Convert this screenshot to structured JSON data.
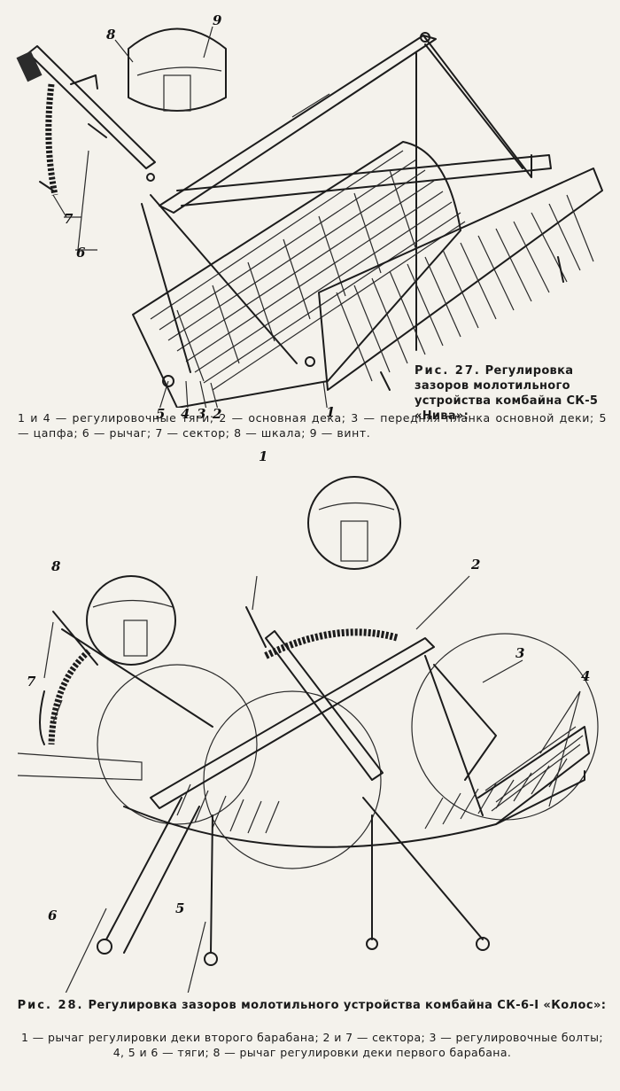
{
  "figure27": {
    "labels": {
      "l1": "1",
      "l2": "2",
      "l3": "3",
      "l4": "4",
      "l5": "5",
      "l6": "6",
      "l7": "7",
      "l8": "8",
      "l9": "9"
    },
    "caption_prefix": "Рис. 27.",
    "caption_text": "Регулировка зазоров молотильного устройства комбайна СК-5 «Нива»:",
    "legend": "1 и 4 — регулировочные тяги; 2 — основная дека; 3 — передняя планка основной деки; 5 — цапфа; 6 — рычаг; 7 — сектор; 8 — шкала; 9 — винт."
  },
  "figure28": {
    "labels": {
      "l1": "1",
      "l2": "2",
      "l3": "3",
      "l4": "4",
      "l5": "5",
      "l6": "6",
      "l7": "7",
      "l8": "8"
    },
    "caption_prefix": "Рис. 28.",
    "caption_text": "Регулировка зазоров молотильного устройства комбайна СК-6-I «Колос»:",
    "legend": "1 — рычаг регулировки деки второго барабана; 2 и 7 — сектора; 3 — регулировочные болты; 4, 5 и 6 — тяги; 8 — рычаг регулировки деки первого барабана."
  }
}
